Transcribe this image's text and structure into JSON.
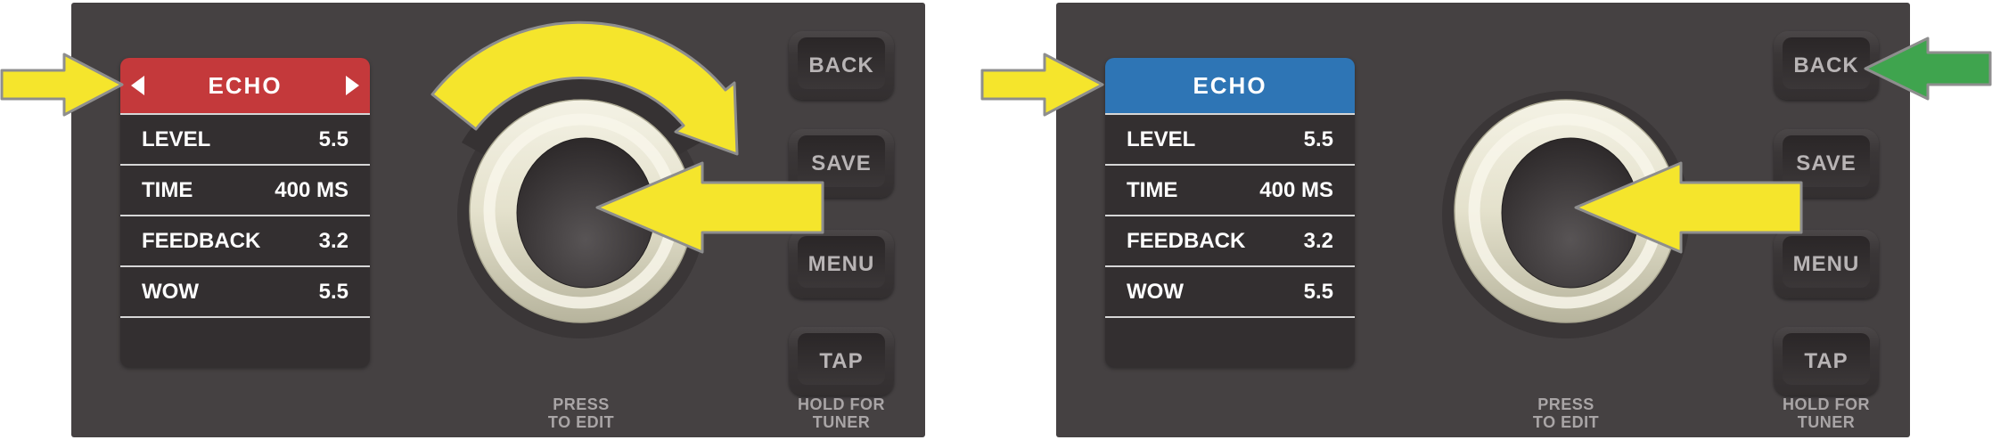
{
  "colors": {
    "header_red": "#C4393B",
    "header_blue": "#2E75B5",
    "arrow_yellow": "#F5E52C",
    "arrow_green": "#3FA44E",
    "arrow_outline": "#8E8E8E",
    "screen_bg": "#332F30",
    "panel_bg": "#454142",
    "separator": "#D6D6D6"
  },
  "panels": [
    {
      "id": "left",
      "screen": {
        "title": "ECHO",
        "rows": [
          {
            "label": "LEVEL",
            "value": "5.5"
          },
          {
            "label": "TIME",
            "value": "400 MS"
          },
          {
            "label": "FEEDBACK",
            "value": "3.2"
          },
          {
            "label": "WOW",
            "value": "5.5"
          }
        ]
      },
      "buttons": [
        {
          "label": "BACK"
        },
        {
          "label": "SAVE"
        },
        {
          "label": "MENU"
        },
        {
          "label": "TAP"
        }
      ],
      "knob_caption": {
        "line1": "PRESS",
        "line2": "TO EDIT"
      },
      "tap_caption": {
        "line1": "HOLD FOR",
        "line2": "TUNER"
      },
      "annotations": {
        "menu_arrow": "select-preset-arrow",
        "rotate_arrow": "rotate-knob-arrow",
        "press_arrow": "press-knob-arrow"
      }
    },
    {
      "id": "right",
      "screen": {
        "title": "ECHO",
        "rows": [
          {
            "label": "LEVEL",
            "value": "5.5"
          },
          {
            "label": "TIME",
            "value": "400 MS"
          },
          {
            "label": "FEEDBACK",
            "value": "3.2"
          },
          {
            "label": "WOW",
            "value": "5.5"
          }
        ]
      },
      "buttons": [
        {
          "label": "BACK"
        },
        {
          "label": "SAVE"
        },
        {
          "label": "MENU"
        },
        {
          "label": "TAP"
        }
      ],
      "knob_caption": {
        "line1": "PRESS",
        "line2": "TO EDIT"
      },
      "tap_caption": {
        "line1": "HOLD FOR",
        "line2": "TUNER"
      },
      "annotations": {
        "menu_arrow": "select-preset-arrow",
        "press_arrow": "press-knob-arrow",
        "back_arrow": "press-back-arrow"
      }
    }
  ]
}
